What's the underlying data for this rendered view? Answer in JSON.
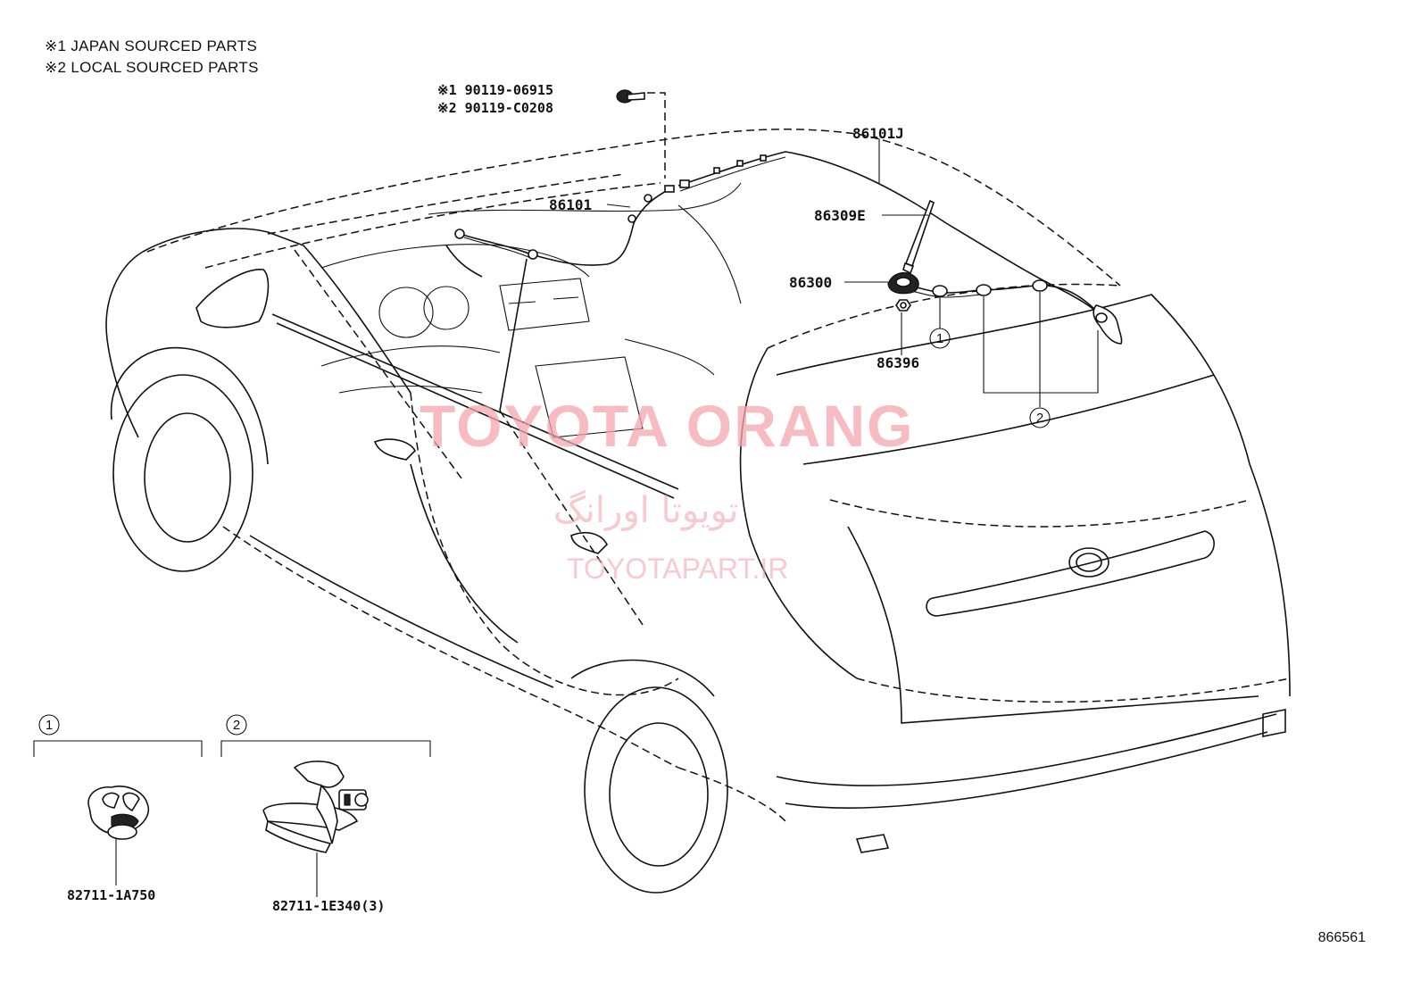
{
  "notes": [
    "※1 JAPAN SOURCED PARTS",
    "※2 LOCAL SOURCED PARTS"
  ],
  "callouts": {
    "screw_1": "※1  90119-06915",
    "screw_2": "※2  90119-C0208",
    "p86101J": "86101J",
    "p86101": "86101",
    "p86309E": "86309E",
    "p86300": "86300",
    "p86396": "86396"
  },
  "circles": {
    "c1_main": "1",
    "c2_main": "2",
    "c1_detail": "1",
    "c2_detail": "2"
  },
  "details": {
    "d1_part": "82711-1A750",
    "d2_part": "82711-1E340(3)"
  },
  "reference": "866561",
  "watermark": {
    "main": "TOYOTA ORANG",
    "persian": "تویوتا اورانگ",
    "url": "TOYOTAPART.IR"
  }
}
